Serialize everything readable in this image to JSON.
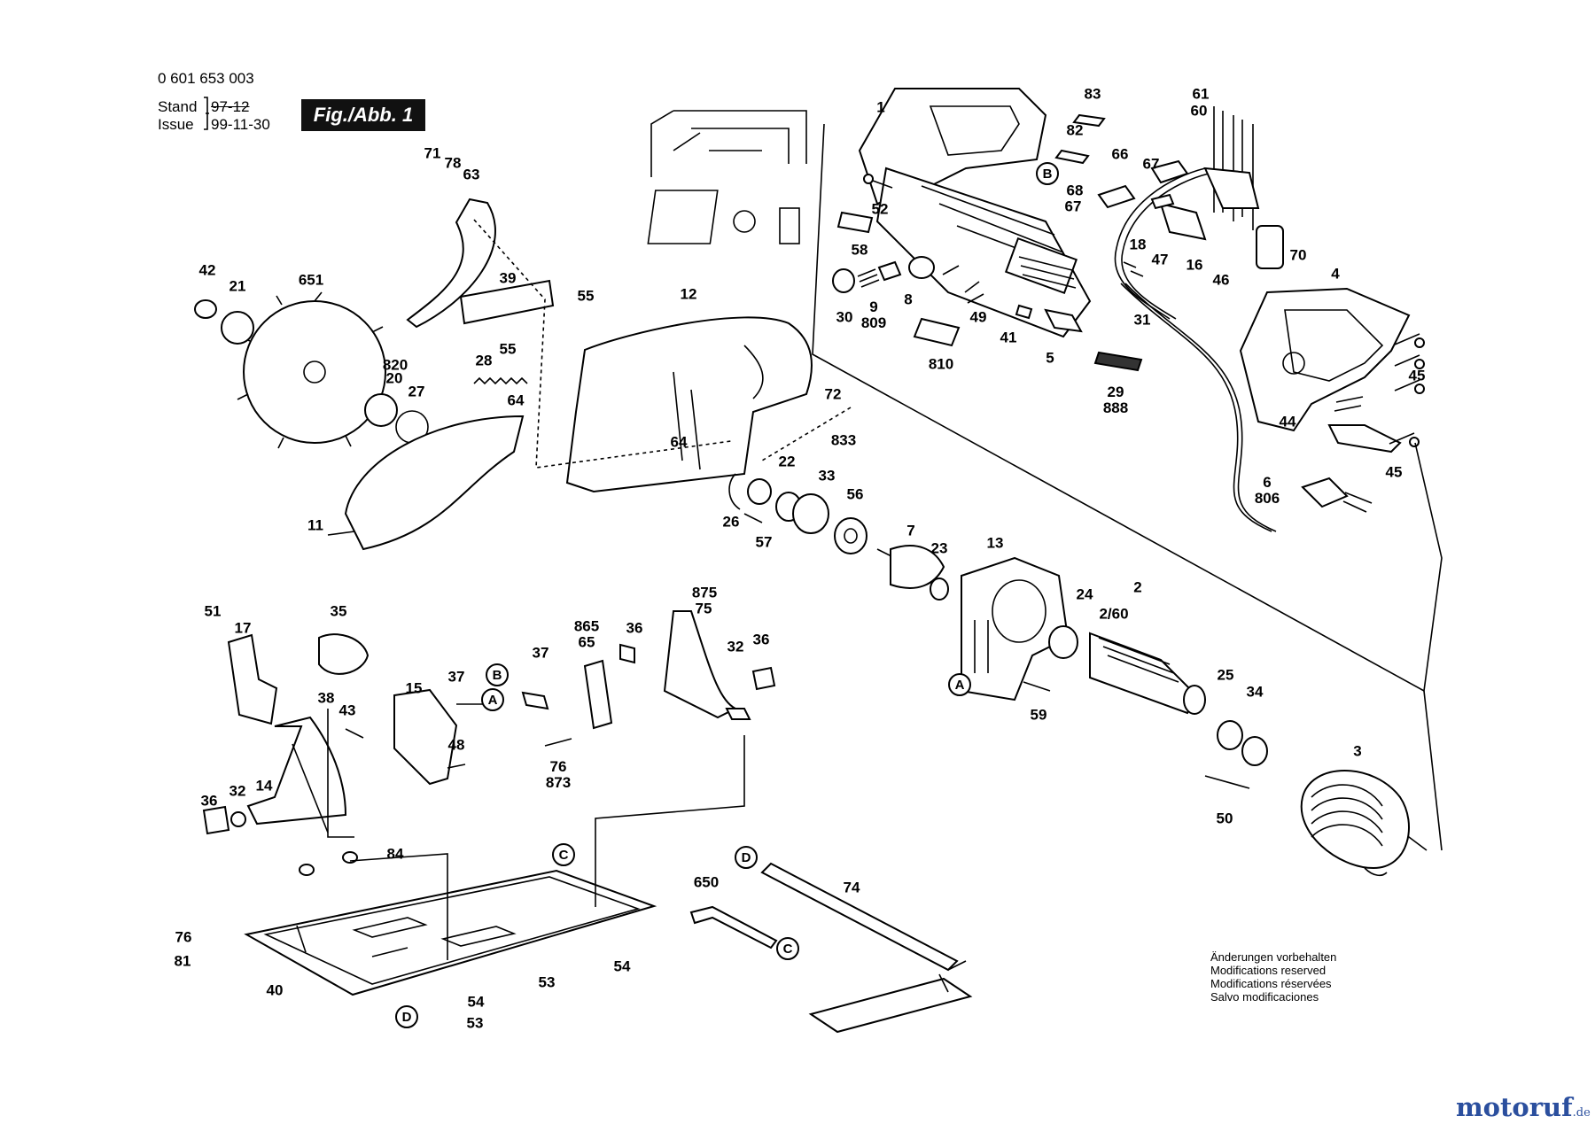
{
  "header": {
    "part_number": "0 601 653 003",
    "stand_label": "Stand",
    "stand_value": "97-12",
    "issue_label": "Issue",
    "issue_value": "99-11-30",
    "figure_label": "Fig./Abb. 1"
  },
  "callouts": [
    {
      "id": "c-1",
      "text": "1"
    },
    {
      "id": "c-83",
      "text": "83"
    },
    {
      "id": "c-82",
      "text": "82"
    },
    {
      "id": "c-61",
      "text": "61"
    },
    {
      "id": "c-60",
      "text": "60"
    },
    {
      "id": "c-66",
      "text": "66"
    },
    {
      "id": "c-67a",
      "text": "67"
    },
    {
      "id": "c-68",
      "text": "68"
    },
    {
      "id": "c-67b",
      "text": "67"
    },
    {
      "id": "c-52",
      "text": "52"
    },
    {
      "id": "c-58",
      "text": "58"
    },
    {
      "id": "c-18",
      "text": "18"
    },
    {
      "id": "c-47",
      "text": "47"
    },
    {
      "id": "c-16",
      "text": "16"
    },
    {
      "id": "c-46",
      "text": "46"
    },
    {
      "id": "c-70",
      "text": "70"
    },
    {
      "id": "c-4",
      "text": "4"
    },
    {
      "id": "c-30",
      "text": "30"
    },
    {
      "id": "c-9-809",
      "text": "9\n809"
    },
    {
      "id": "c-8",
      "text": "8"
    },
    {
      "id": "c-49",
      "text": "49"
    },
    {
      "id": "c-41",
      "text": "41"
    },
    {
      "id": "c-5",
      "text": "5"
    },
    {
      "id": "c-810",
      "text": "810"
    },
    {
      "id": "c-31",
      "text": "31"
    },
    {
      "id": "c-29-888",
      "text": "29\n888"
    },
    {
      "id": "c-45a",
      "text": "45"
    },
    {
      "id": "c-44",
      "text": "44"
    },
    {
      "id": "c-45b",
      "text": "45"
    },
    {
      "id": "c-6-806",
      "text": "6\n806"
    },
    {
      "id": "c-71",
      "text": "71"
    },
    {
      "id": "c-78",
      "text": "78"
    },
    {
      "id": "c-63",
      "text": "63"
    },
    {
      "id": "c-42",
      "text": "42"
    },
    {
      "id": "c-21",
      "text": "21"
    },
    {
      "id": "c-651",
      "text": "651"
    },
    {
      "id": "c-39",
      "text": "39"
    },
    {
      "id": "c-55a",
      "text": "55"
    },
    {
      "id": "c-12",
      "text": "12"
    },
    {
      "id": "c-55b",
      "text": "55"
    },
    {
      "id": "c-28",
      "text": "28"
    },
    {
      "id": "c-820",
      "text": "820"
    },
    {
      "id": "c-20",
      "text": "20"
    },
    {
      "id": "c-27",
      "text": "27"
    },
    {
      "id": "c-64a",
      "text": "64"
    },
    {
      "id": "c-64b",
      "text": "64"
    },
    {
      "id": "c-72",
      "text": "72"
    },
    {
      "id": "c-11",
      "text": "11"
    },
    {
      "id": "c-833",
      "text": "833"
    },
    {
      "id": "c-22",
      "text": "22"
    },
    {
      "id": "c-33",
      "text": "33"
    },
    {
      "id": "c-56",
      "text": "56"
    },
    {
      "id": "c-26",
      "text": "26"
    },
    {
      "id": "c-57",
      "text": "57"
    },
    {
      "id": "c-7",
      "text": "7"
    },
    {
      "id": "c-23",
      "text": "23"
    },
    {
      "id": "c-13",
      "text": "13"
    },
    {
      "id": "c-24",
      "text": "24"
    },
    {
      "id": "c-2",
      "text": "2"
    },
    {
      "id": "c-2-60",
      "text": "2/60"
    },
    {
      "id": "c-59",
      "text": "59"
    },
    {
      "id": "c-25",
      "text": "25"
    },
    {
      "id": "c-34",
      "text": "34"
    },
    {
      "id": "c-3",
      "text": "3"
    },
    {
      "id": "c-50",
      "text": "50"
    },
    {
      "id": "c-51",
      "text": "51"
    },
    {
      "id": "c-17",
      "text": "17"
    },
    {
      "id": "c-35",
      "text": "35"
    },
    {
      "id": "c-15",
      "text": "15"
    },
    {
      "id": "c-37a",
      "text": "37"
    },
    {
      "id": "c-37b",
      "text": "37"
    },
    {
      "id": "c-865",
      "text": "865"
    },
    {
      "id": "c-65",
      "text": "65"
    },
    {
      "id": "c-36a",
      "text": "36"
    },
    {
      "id": "c-875",
      "text": "875"
    },
    {
      "id": "c-75",
      "text": "75"
    },
    {
      "id": "c-32a",
      "text": "32"
    },
    {
      "id": "c-36b",
      "text": "36"
    },
    {
      "id": "c-38",
      "text": "38"
    },
    {
      "id": "c-43",
      "text": "43"
    },
    {
      "id": "c-48",
      "text": "48"
    },
    {
      "id": "c-76-873",
      "text": "76\n873"
    },
    {
      "id": "c-36c",
      "text": "36"
    },
    {
      "id": "c-32b",
      "text": "32"
    },
    {
      "id": "c-14",
      "text": "14"
    },
    {
      "id": "c-84",
      "text": "84"
    },
    {
      "id": "c-76",
      "text": "76"
    },
    {
      "id": "c-81",
      "text": "81"
    },
    {
      "id": "c-40",
      "text": "40"
    },
    {
      "id": "c-53a",
      "text": "53"
    },
    {
      "id": "c-54a",
      "text": "54"
    },
    {
      "id": "c-54b",
      "text": "54"
    },
    {
      "id": "c-53b",
      "text": "53"
    },
    {
      "id": "c-650",
      "text": "650"
    },
    {
      "id": "c-74",
      "text": "74"
    }
  ],
  "references": [
    {
      "id": "r-B1",
      "text": "B"
    },
    {
      "id": "r-B2",
      "text": "B"
    },
    {
      "id": "r-A1",
      "text": "A"
    },
    {
      "id": "r-A2",
      "text": "A"
    },
    {
      "id": "r-C1",
      "text": "C"
    },
    {
      "id": "r-C2",
      "text": "C"
    },
    {
      "id": "r-D1",
      "text": "D"
    },
    {
      "id": "r-D2",
      "text": "D"
    }
  ],
  "notes": [
    "Änderungen vorbehalten",
    "Modifications reserved",
    "Modifications réservées",
    "Salvo modificaciones"
  ],
  "watermark": {
    "name": "motoruf",
    "suffix": ".de"
  }
}
